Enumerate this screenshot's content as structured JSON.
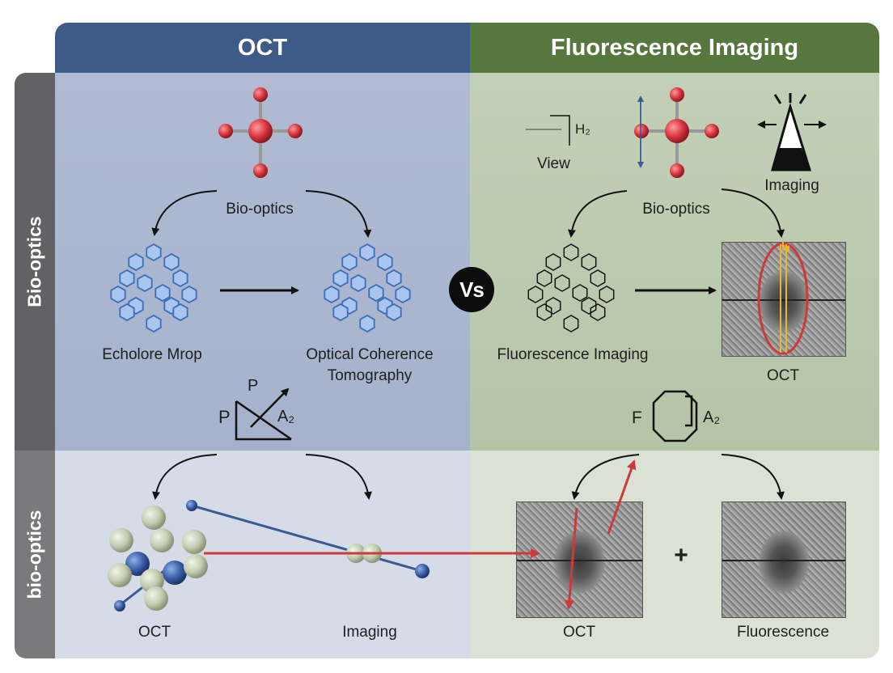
{
  "headers": {
    "left": "OCT",
    "right": "Fluorescence Imaging"
  },
  "side_labels": {
    "top": "Bio-optics",
    "bottom": "bio-optics"
  },
  "center_badge": "Vs",
  "top_left": {
    "center_label": "Bio-optics",
    "left_label": "Echolore Mrop",
    "right_label_line1": "Optical Coherence",
    "right_label_line2": "Tomography",
    "symbol_letters": {
      "left": "P",
      "top": "P",
      "right": "A₂"
    }
  },
  "top_right": {
    "view_h_label": "H₂",
    "view_label": "View",
    "imaging_label": "Imaging",
    "center_label": "Bio-optics",
    "left_label": "Fluorescence Imaging",
    "right_label": "OCT",
    "symbol_letters": {
      "left": "F",
      "right": "A₂"
    }
  },
  "bottom_left": {
    "left_label": "OCT",
    "right_label": "Imaging"
  },
  "bottom_right": {
    "left_label": "OCT",
    "plus": "+",
    "right_label": "Fluorescence"
  },
  "colors": {
    "oct_header": "#3e5a87",
    "fluorescence_header": "#56773e",
    "molecule_red": "#d8363f",
    "hexagon_blue": "#4f7fc6",
    "arrow_red": "#cc3a3a",
    "line_blue": "#3a5a95",
    "arrow_yellow": "#f0b429"
  }
}
